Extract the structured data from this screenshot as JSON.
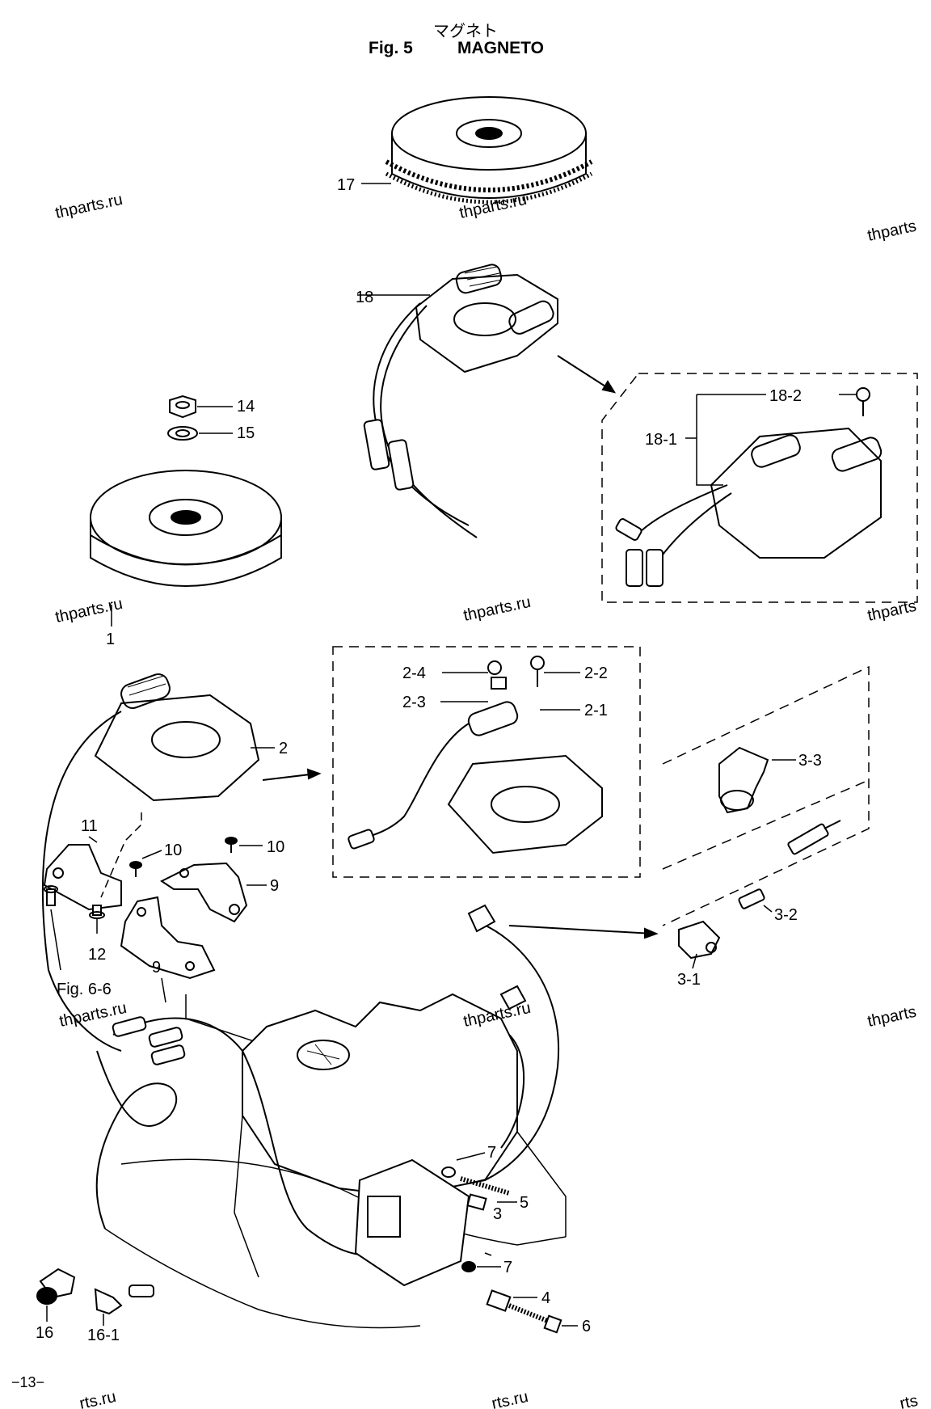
{
  "title": {
    "japanese": "マグネト",
    "fig_label": "Fig. 5",
    "name": "MAGNETO"
  },
  "labels": {
    "l17": "17",
    "l18": "18",
    "l18_1": "18-1",
    "l18_2": "18-2",
    "l14": "14",
    "l15": "15",
    "l1": "1",
    "l2": "2",
    "l2_1": "2-1",
    "l2_2": "2-2",
    "l2_3": "2-3",
    "l2_4": "2-4",
    "l3": "3",
    "l3_1": "3-1",
    "l3_2": "3-2",
    "l3_3": "3-3",
    "l4": "4",
    "l5": "5",
    "l6": "6",
    "l7a": "7",
    "l7b": "7",
    "l9a": "9",
    "l9b": "9",
    "l10a": "10",
    "l10b": "10",
    "l11": "11",
    "l12": "12",
    "l16": "16",
    "l16_1": "16-1",
    "fig_ref": "Fig. 6-6"
  },
  "watermarks": {
    "w1": "thparts.ru",
    "w2": "thparts.ru",
    "w3": "thparts",
    "w4": "thparts.ru",
    "w5": "thparts.ru",
    "w6": "thparts",
    "w7": "thparts.ru",
    "w8": "thparts.ru",
    "w9": "thparts",
    "w10": "rts.ru",
    "w11": "rts.ru",
    "w12": "rts"
  },
  "page_number": "−13−"
}
